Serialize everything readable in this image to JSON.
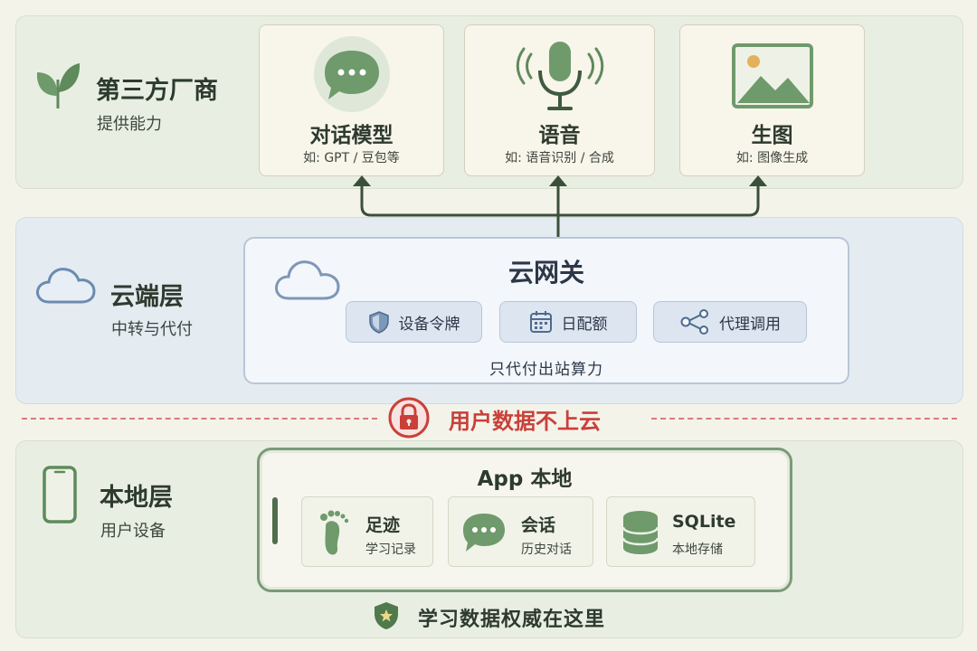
{
  "layers": {
    "top": {
      "title": "第三方厂商",
      "subtitle": "提供能力"
    },
    "middle": {
      "title": "云端层",
      "subtitle": "中转与代付"
    },
    "bottom": {
      "title": "本地层",
      "subtitle": "用户设备"
    }
  },
  "providers": [
    {
      "title": "对话模型",
      "subtitle": "如: GPT / 豆包等",
      "icon": "chat-bubble-icon"
    },
    {
      "title": "语音",
      "subtitle": "如: 语音识别 / 合成",
      "icon": "microphone-icon"
    },
    {
      "title": "生图",
      "subtitle": "如: 图像生成",
      "icon": "image-icon"
    }
  ],
  "gateway": {
    "title": "云网关",
    "features": [
      {
        "label": "设备令牌",
        "icon": "shield-icon"
      },
      {
        "label": "日配额",
        "icon": "calendar-icon"
      },
      {
        "label": "代理调用",
        "icon": "share-icon"
      }
    ],
    "footer": "只代付出站算力"
  },
  "divider": {
    "text": "用户数据不上云",
    "icon": "lock-icon"
  },
  "app": {
    "title": "App 本地",
    "modules": [
      {
        "title": "足迹",
        "subtitle": "学习记录",
        "icon": "footprint-icon"
      },
      {
        "title": "会话",
        "subtitle": "历史对话",
        "icon": "chat-bubble-icon"
      },
      {
        "title": "SQLite",
        "subtitle": "本地存储",
        "icon": "database-icon"
      }
    ]
  },
  "footer": {
    "text": "学习数据权威在这里",
    "icon": "shield-star-icon"
  },
  "colors": {
    "green_accent": "#5e8a5c",
    "blue_accent": "#5b7fa6",
    "warning_red": "#c9403a"
  }
}
